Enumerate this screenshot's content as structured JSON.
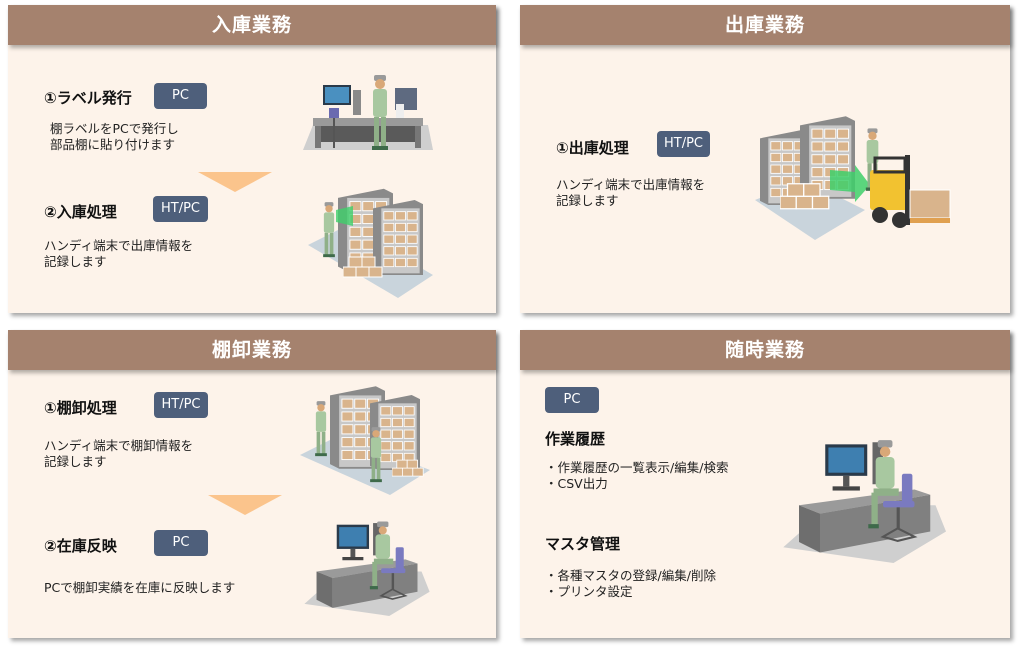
{
  "panels": {
    "receiving": {
      "title": "入庫業務",
      "steps": [
        {
          "title": "①ラベル発行",
          "badge": "PC",
          "desc": "棚ラベルをPCで発行し\n部品棚に貼り付けます",
          "illustration": "label-printing-workstation"
        },
        {
          "title": "②入庫処理",
          "badge": "HT/PC",
          "desc": "ハンディ端末で出庫情報を\n記録します",
          "illustration": "worker-scanning-shelves"
        }
      ]
    },
    "shipping": {
      "title": "出庫業務",
      "steps": [
        {
          "title": "①出庫処理",
          "badge": "HT/PC",
          "desc": "ハンディ端末で出庫情報を\n記録します",
          "illustration": "forklift-warehouse"
        }
      ]
    },
    "inventory": {
      "title": "棚卸業務",
      "steps": [
        {
          "title": "①棚卸処理",
          "badge": "HT/PC",
          "desc": "ハンディ端末で棚卸情報を\n記録します",
          "illustration": "workers-counting-shelves"
        },
        {
          "title": "②在庫反映",
          "badge": "PC",
          "desc": "PCで棚卸実績を在庫に反映します",
          "illustration": "worker-at-desk-pc"
        }
      ]
    },
    "adhoc": {
      "title": "随時業務",
      "badge": "PC",
      "sections": [
        {
          "title": "作業履歴",
          "items": [
            "作業履歴の一覧表示/編集/検索",
            "CSV出力"
          ]
        },
        {
          "title": "マスタ管理",
          "items": [
            "各種マスタの登録/編集/削除",
            "プリンタ設定"
          ]
        }
      ],
      "illustration": "worker-at-desk-pc"
    }
  },
  "colors": {
    "header": "#a5826e",
    "panel_bg": "#fdf3ea",
    "badge": "#4e5f7b",
    "arrow": "#fbc48c"
  }
}
